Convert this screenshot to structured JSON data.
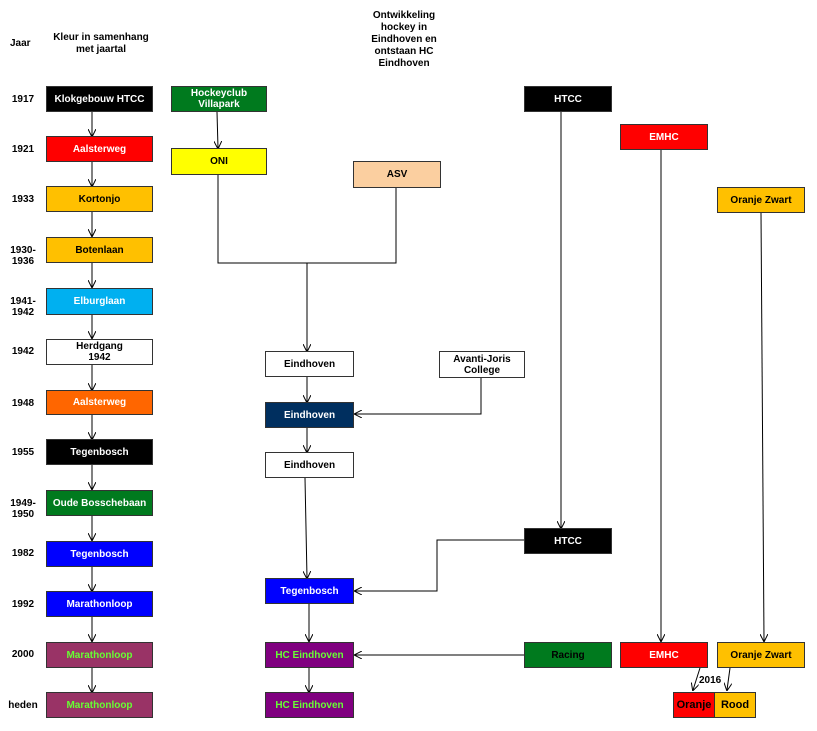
{
  "headers": {
    "year": "Jaar",
    "color": "Kleur in samenhang met jaartal",
    "development": "Ontwikkeling hockey in Eindhoven en ontstaan HC Eindhoven"
  },
  "years": [
    "1917",
    "1921",
    "1933",
    "1930-1936",
    "1941-1942",
    "1942",
    "1948",
    "1955",
    "1949-1950",
    "1982",
    "1992",
    "2000",
    "heden"
  ],
  "timeline": [
    {
      "label": "Klokgebouw HTCC",
      "bg": "#000000",
      "fg": "#ffffff"
    },
    {
      "label": "Aalsterweg",
      "bg": "#ff0000",
      "fg": "#ffffff"
    },
    {
      "label": "Kortonjo",
      "bg": "#ffc000",
      "fg": "#000000"
    },
    {
      "label": "Botenlaan",
      "bg": "#ffc000",
      "fg": "#000000"
    },
    {
      "label": "Elburglaan",
      "bg": "#00b0f0",
      "fg": "#ffffff"
    },
    {
      "label": "Herdgang 1942",
      "bg": "#ffffff",
      "fg": "#000000"
    },
    {
      "label": "Aalsterweg",
      "bg": "#ff6600",
      "fg": "#ffffff"
    },
    {
      "label": "Tegenbosch",
      "bg": "#000000",
      "fg": "#ffffff"
    },
    {
      "label": "Oude Bosschebaan",
      "bg": "#007a1e",
      "fg": "#ffffff"
    },
    {
      "label": "Tegenbosch",
      "bg": "#0000ff",
      "fg": "#ffffff"
    },
    {
      "label": "Marathonloop",
      "bg": "#0000ff",
      "fg": "#ffffff"
    },
    {
      "label": "Marathonloop",
      "bg": "#993366",
      "fg": "#66ff33"
    },
    {
      "label": "Marathonloop",
      "bg": "#993366",
      "fg": "#66ff33"
    }
  ],
  "clubs": {
    "villapark": {
      "label": "Hockeyclub Villapark",
      "bg": "#007a1e",
      "fg": "#ffffff"
    },
    "oni": {
      "label": "ONI",
      "bg": "#ffff00",
      "fg": "#000000"
    },
    "asv": {
      "label": "ASV",
      "bg": "#fbcfa0",
      "fg": "#000000"
    },
    "eindhoven_1942": {
      "label": "Eindhoven",
      "bg": "#ffffff",
      "fg": "#000000"
    },
    "avanti": {
      "label": "Avanti-Joris College",
      "bg": "#ffffff",
      "fg": "#000000"
    },
    "eindhoven_1948": {
      "label": "Eindhoven",
      "bg": "#002f5f",
      "fg": "#ffffff"
    },
    "eindhoven_1955": {
      "label": "Eindhoven",
      "bg": "#ffffff",
      "fg": "#000000"
    },
    "tegenbosch_1992": {
      "label": "Tegenbosch",
      "bg": "#0000ff",
      "fg": "#ffffff"
    },
    "hce_2000": {
      "label": "HC Eindhoven",
      "bg": "#800080",
      "fg": "#66ff33"
    },
    "hce_heden": {
      "label": "HC Eindhoven",
      "bg": "#800080",
      "fg": "#66ff33"
    },
    "htcc_1917": {
      "label": "HTCC",
      "bg": "#000000",
      "fg": "#ffffff"
    },
    "htcc_1982": {
      "label": "HTCC",
      "bg": "#000000",
      "fg": "#ffffff"
    },
    "racing": {
      "label": "Racing",
      "bg": "#007a1e",
      "fg": "#000000"
    },
    "emhc_1921": {
      "label": "EMHC",
      "bg": "#ff0000",
      "fg": "#ffffff"
    },
    "emhc_2000": {
      "label": "EMHC",
      "bg": "#ff0000",
      "fg": "#ffffff"
    },
    "oz_1933": {
      "label": "Oranje Zwart",
      "bg": "#ffc000",
      "fg": "#000000"
    },
    "oz_2000": {
      "label": "Oranje Zwart",
      "bg": "#ffc000",
      "fg": "#000000"
    },
    "oranje_rood_a": {
      "label": "Oranje",
      "bg": "#ff0000",
      "fg": "#000000"
    },
    "oranje_rood_b": {
      "label": "Rood",
      "bg": "#ffc000",
      "fg": "#000000"
    }
  },
  "merge_year": "2016"
}
